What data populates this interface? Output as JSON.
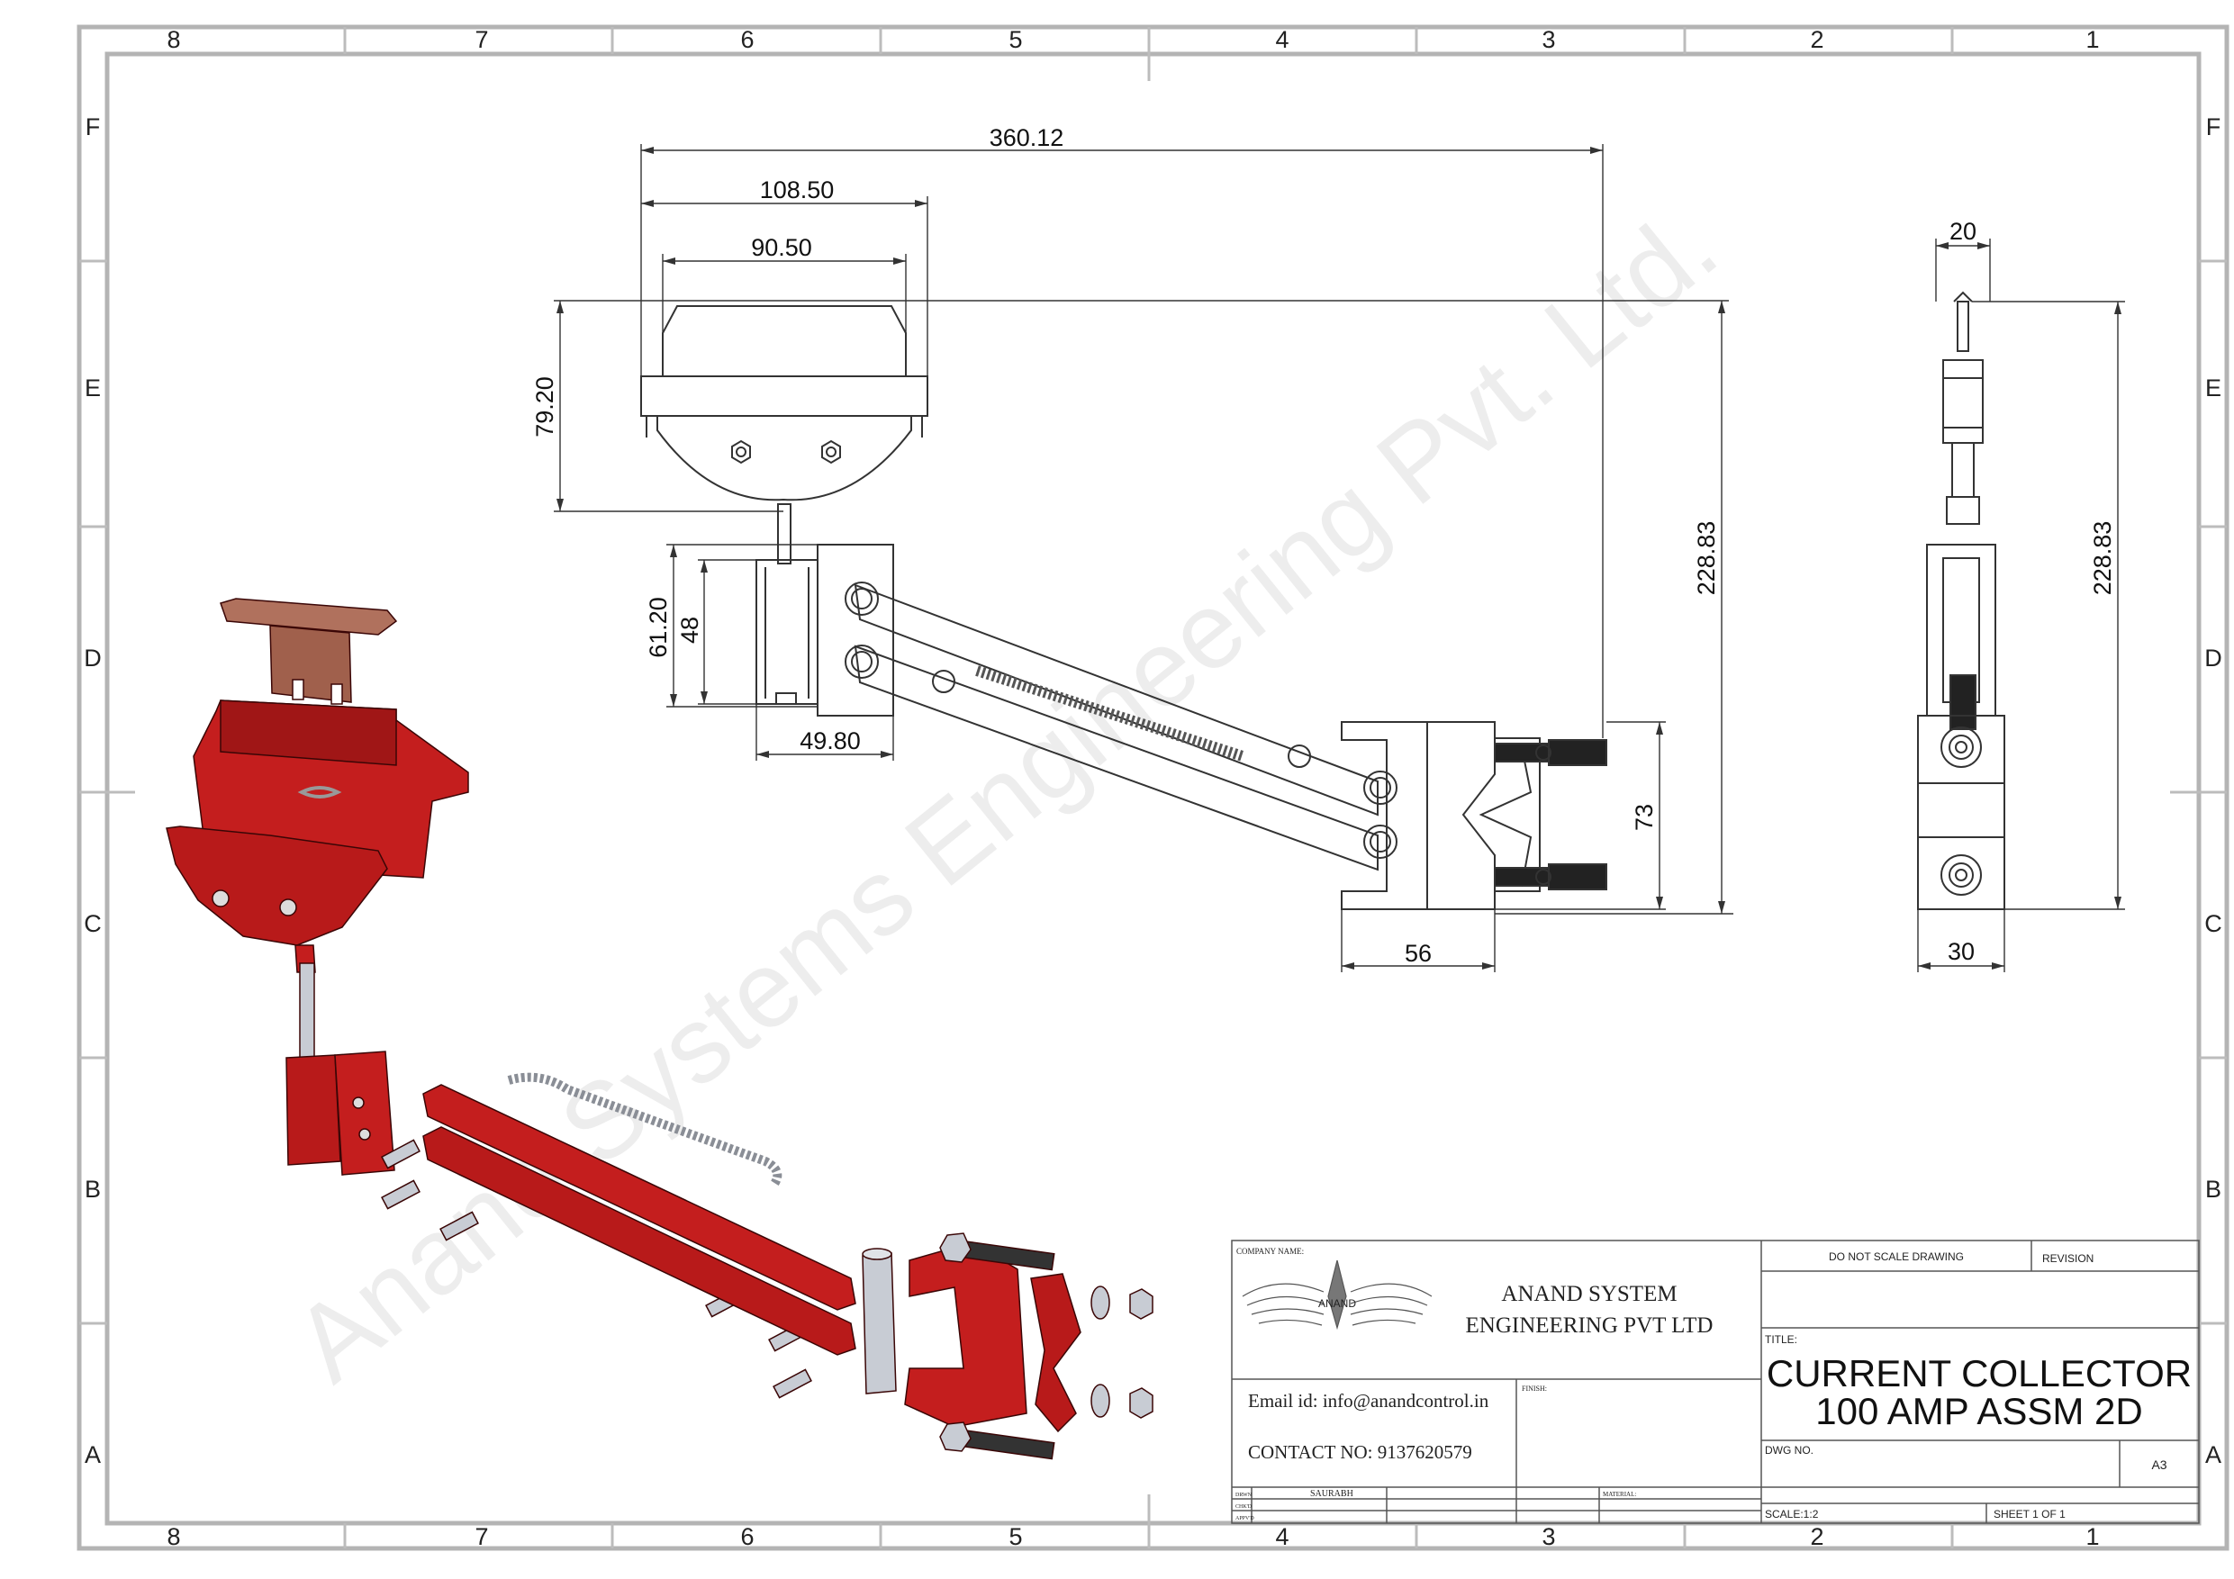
{
  "zones": {
    "columns": [
      "8",
      "7",
      "6",
      "5",
      "4",
      "3",
      "2",
      "1"
    ],
    "rows": [
      "F",
      "E",
      "D",
      "C",
      "B",
      "A"
    ]
  },
  "watermark": "Anand Systems Engineering Pvt. Ltd.",
  "dimensions": {
    "overall_length": "360.12",
    "head_outer_width": "108.50",
    "head_inner_width": "90.50",
    "head_height": "79.20",
    "block_height_outer": "61.20",
    "block_height_inner": "48",
    "block_width": "49.80",
    "overall_height": "228.83",
    "clamp_height": "73",
    "clamp_width": "56",
    "side_top_width": "20",
    "side_overall_height": "228.83",
    "side_base_width": "30"
  },
  "title_block": {
    "company_name_label": "COMPANY NAME:",
    "logo_text": "ANAND",
    "company_line1": "ANAND SYSTEM",
    "company_line2": "ENGINEERING PVT LTD",
    "email": "Email id: info@anandcontrol.in",
    "contact": "CONTACT NO: 9137620579",
    "finish_label": "FINISH:",
    "drawn_label": "DRWN",
    "drawn_by": "SAURABH",
    "checked_label": "CHK'D",
    "approved_label": "APPV'D",
    "material_label": "MATERIAL:",
    "do_not_scale": "DO NOT SCALE DRAWING",
    "revision_label": "REVISION",
    "title_label": "TITLE:",
    "title_line1": "CURRENT COLLECTOR",
    "title_line2": "100 AMP ASSM 2D",
    "dwg_no_label": "DWG NO.",
    "sheet_size": "A3",
    "scale": "SCALE:1:2",
    "sheet": "SHEET 1 OF 1"
  },
  "colors": {
    "frame": "#b4b4b4",
    "line": "#333333",
    "part_red": "#c41e1e",
    "part_red_dark": "#7a0d0d",
    "part_brown": "#b0715d",
    "metal": "#c8ccd4"
  }
}
